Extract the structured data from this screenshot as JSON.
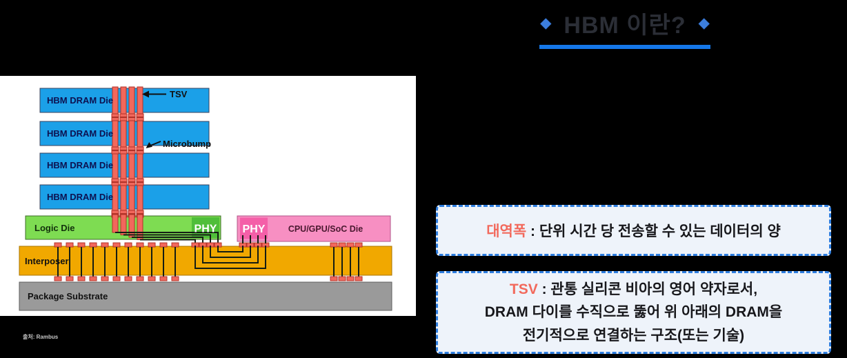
{
  "title": {
    "text": "HBM 이란?",
    "diamond": "◆"
  },
  "diagram": {
    "labels": {
      "hbm_dram_die": "HBM DRAM Die",
      "tsv": "TSV",
      "microbump": "Microbump",
      "logic_die": "Logic Die",
      "phy": "PHY",
      "cpu_gpu_soc_die": "CPU/GPU/SoC Die",
      "interposer": "Interposer",
      "package_substrate": "Package Substrate"
    },
    "source_caption": "출처: Rambus"
  },
  "definitions": {
    "bandwidth": {
      "term": "대역폭",
      "text": " : 단위 시간 당 전송할 수 있는 데이터의 양"
    },
    "tsv": {
      "term": "TSV",
      "line1_rest": " : 관통 실리콘 비아의 영어 약자로서,",
      "line2": "DRAM 다이를 수직으로 뚫어 위 아래의 DRAM을",
      "line3": "전기적으로 연결하는 구조(또는 기술)"
    }
  },
  "colors": {
    "title_underline_blue": "#1577E8",
    "diamond_blue": "#3C7EDD",
    "term_red": "#F2695C",
    "box_border_blue": "#2E7EE0",
    "box_background": "#EEF3FA",
    "dram_die_blue": "#1BA0E8",
    "logic_die_green": "#7EDC52",
    "phy_green": "#4FBE3A",
    "cpu_die_pink": "#F78FC2",
    "phy_pink": "#F45FA8",
    "interposer_amber": "#F1A800",
    "substrate_gray": "#9A9A9A",
    "bump_red": "#F2685C"
  }
}
